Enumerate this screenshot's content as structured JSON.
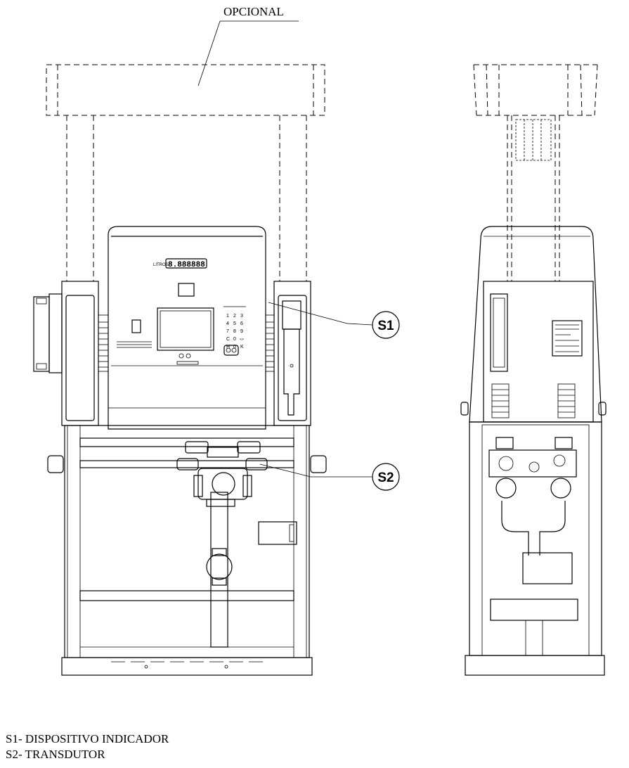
{
  "drawing": {
    "optional_label": "OPCIONAL",
    "display_label": "LITROS",
    "display_digits": "8.888888",
    "keypad_keys": [
      "1",
      "2",
      "3",
      "4",
      "5",
      "6",
      "7",
      "8",
      "9",
      "C",
      "0",
      "<>",
      "H",
      "0",
      "K"
    ],
    "callouts": [
      {
        "tag": "S1"
      },
      {
        "tag": "S2"
      }
    ]
  },
  "legend": [
    {
      "text": "S1- DISPOSITIVO INDICADOR"
    },
    {
      "text": "S2- TRANSDUTOR"
    }
  ]
}
